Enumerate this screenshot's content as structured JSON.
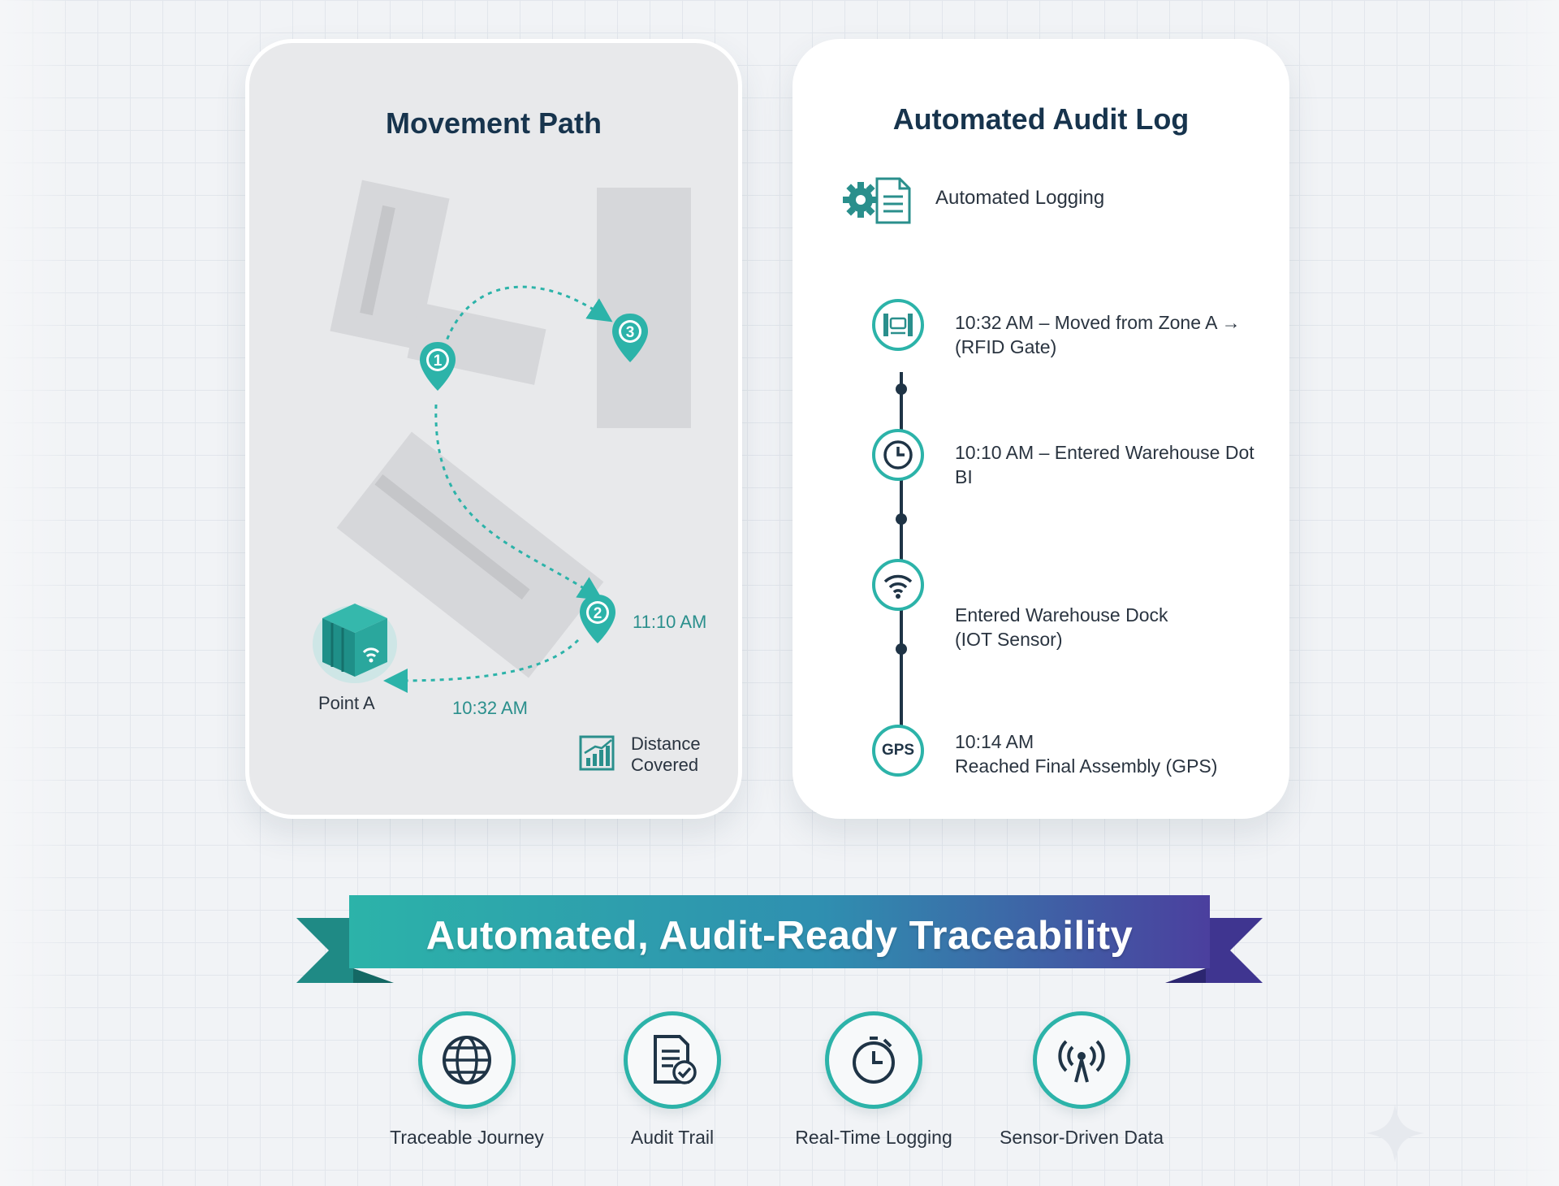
{
  "movement": {
    "title": "Movement Path",
    "pins": [
      {
        "label": "1"
      },
      {
        "label": "2",
        "time": "11:10 AM"
      },
      {
        "label": "3"
      }
    ],
    "arrival_time": "10:32 AM",
    "start_label": "Point A",
    "distance_label": [
      "Distance",
      "Covered"
    ]
  },
  "audit": {
    "title": "Automated Audit Log",
    "header_label": "Automated Logging",
    "entries": [
      {
        "icon": "rfid-gate-icon",
        "lines": [
          "10:32 AM – Moved from Zone A →",
          "(RFID Gate)"
        ]
      },
      {
        "icon": "clock-icon",
        "lines": [
          "10:10 AM – Entered Warehouse Dot",
          "BI"
        ]
      },
      {
        "icon": "wifi-icon",
        "lines": [
          "Entered Warehouse Dock",
          "(IOT Sensor)"
        ]
      },
      {
        "icon": "gps-icon",
        "icon_text": "GPS",
        "lines": [
          "10:14 AM",
          "Reached Final Assembly (GPS)"
        ]
      }
    ]
  },
  "banner": {
    "title": "Automated, Audit-Ready Traceability"
  },
  "features": [
    {
      "icon": "globe-icon",
      "label": "Traceable Journey"
    },
    {
      "icon": "document-check-icon",
      "label": "Audit Trail"
    },
    {
      "icon": "stopwatch-icon",
      "label": "Real-Time Logging"
    },
    {
      "icon": "antenna-icon",
      "label": "Sensor-Driven Data"
    }
  ],
  "colors": {
    "teal": "#2cb3a9",
    "navy": "#17344d",
    "purple": "#4b3f9e",
    "accent_text": "#2a8f8c"
  }
}
